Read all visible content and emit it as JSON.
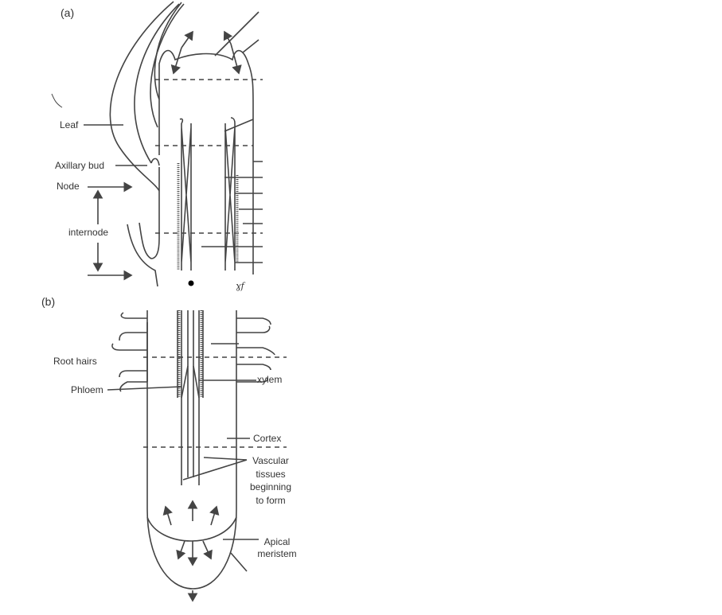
{
  "panel_a": {
    "tag": "(a)",
    "labels": {
      "leaf": "Leaf",
      "axillary_bud": "Axillary bud",
      "node": "Node",
      "internode": "internode",
      "mark": "ɣf"
    }
  },
  "panel_b": {
    "tag": "(b)",
    "labels": {
      "root_hairs": "Root hairs",
      "phloem": "Phloem",
      "xylem": "xylem",
      "cortex": "Cortex",
      "vascular": [
        "Vascular",
        "tissues",
        "beginning",
        "to form"
      ],
      "apical": [
        "Apical",
        "meristem"
      ]
    }
  },
  "colors": {
    "line": "#444444",
    "text": "#333333"
  }
}
